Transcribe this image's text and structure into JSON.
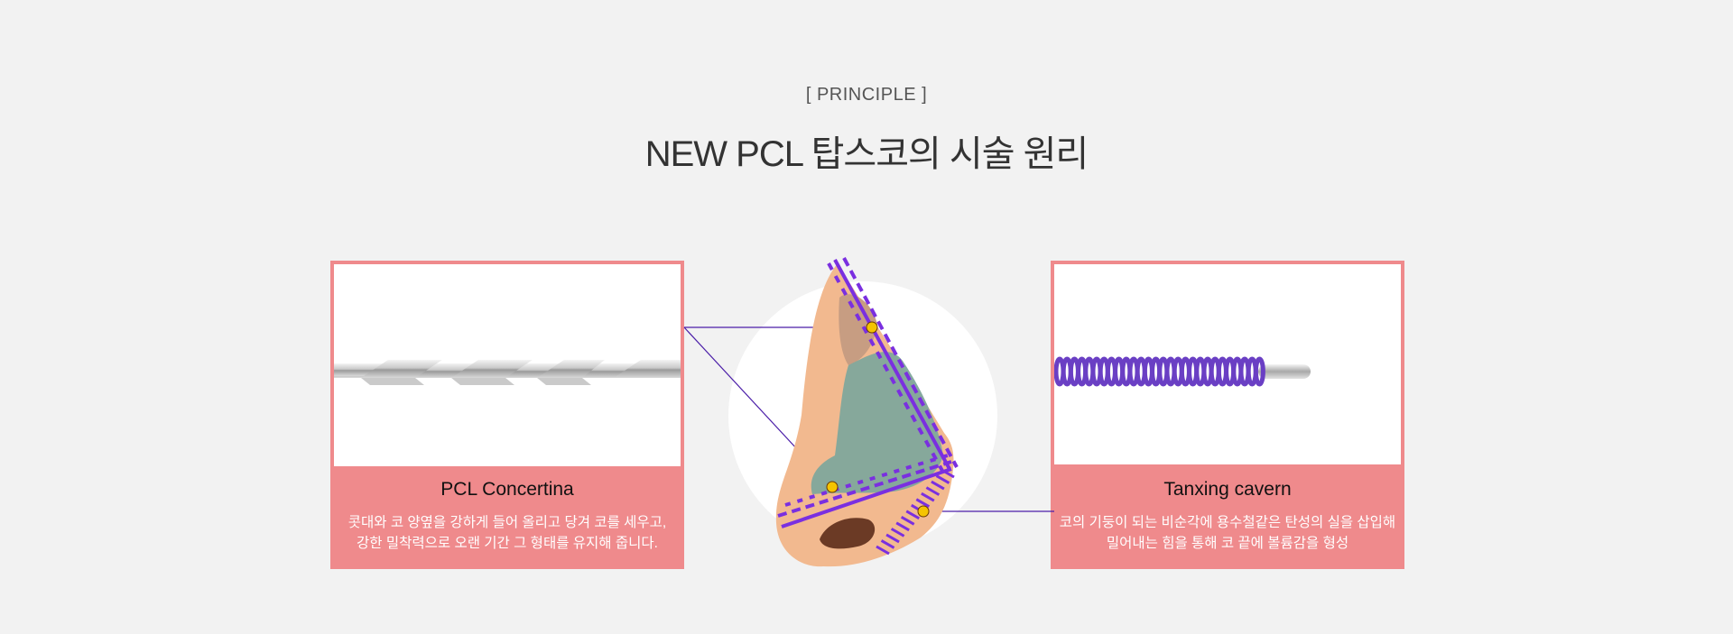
{
  "header": {
    "eyebrow": "[ PRINCIPLE ]",
    "title": "NEW PCL 탑스코의 시술 원리"
  },
  "cards": [
    {
      "caption": "PCL Concertina",
      "desc_line1": "콧대와 코 양옆을 강하게 들어 올리고 당겨 코를 세우고,",
      "desc_line2": "강한 밀착력으로 오랜 기간 그 형태를 유지해 줍니다."
    },
    {
      "caption": "Tanxing cavern",
      "desc_line1": "코의 기둥이 되는 비순각에 용수철같은 탄성의 실을 삽입해",
      "desc_line2": "밀어내는 힘을 통해 코 끝에 볼륨감을 형성"
    }
  ],
  "colors": {
    "background": "#f2f2f2",
    "card_accent": "#ef8a8c",
    "thread_purple": "#7a2fe0",
    "marker_yellow": "#f5c400",
    "connector_line": "#4b1ea8"
  },
  "icons": {
    "left_card_image": "barbed-thread-illustration",
    "right_card_image": "spring-thread-illustration",
    "center_image": "nose-anatomy-illustration"
  }
}
